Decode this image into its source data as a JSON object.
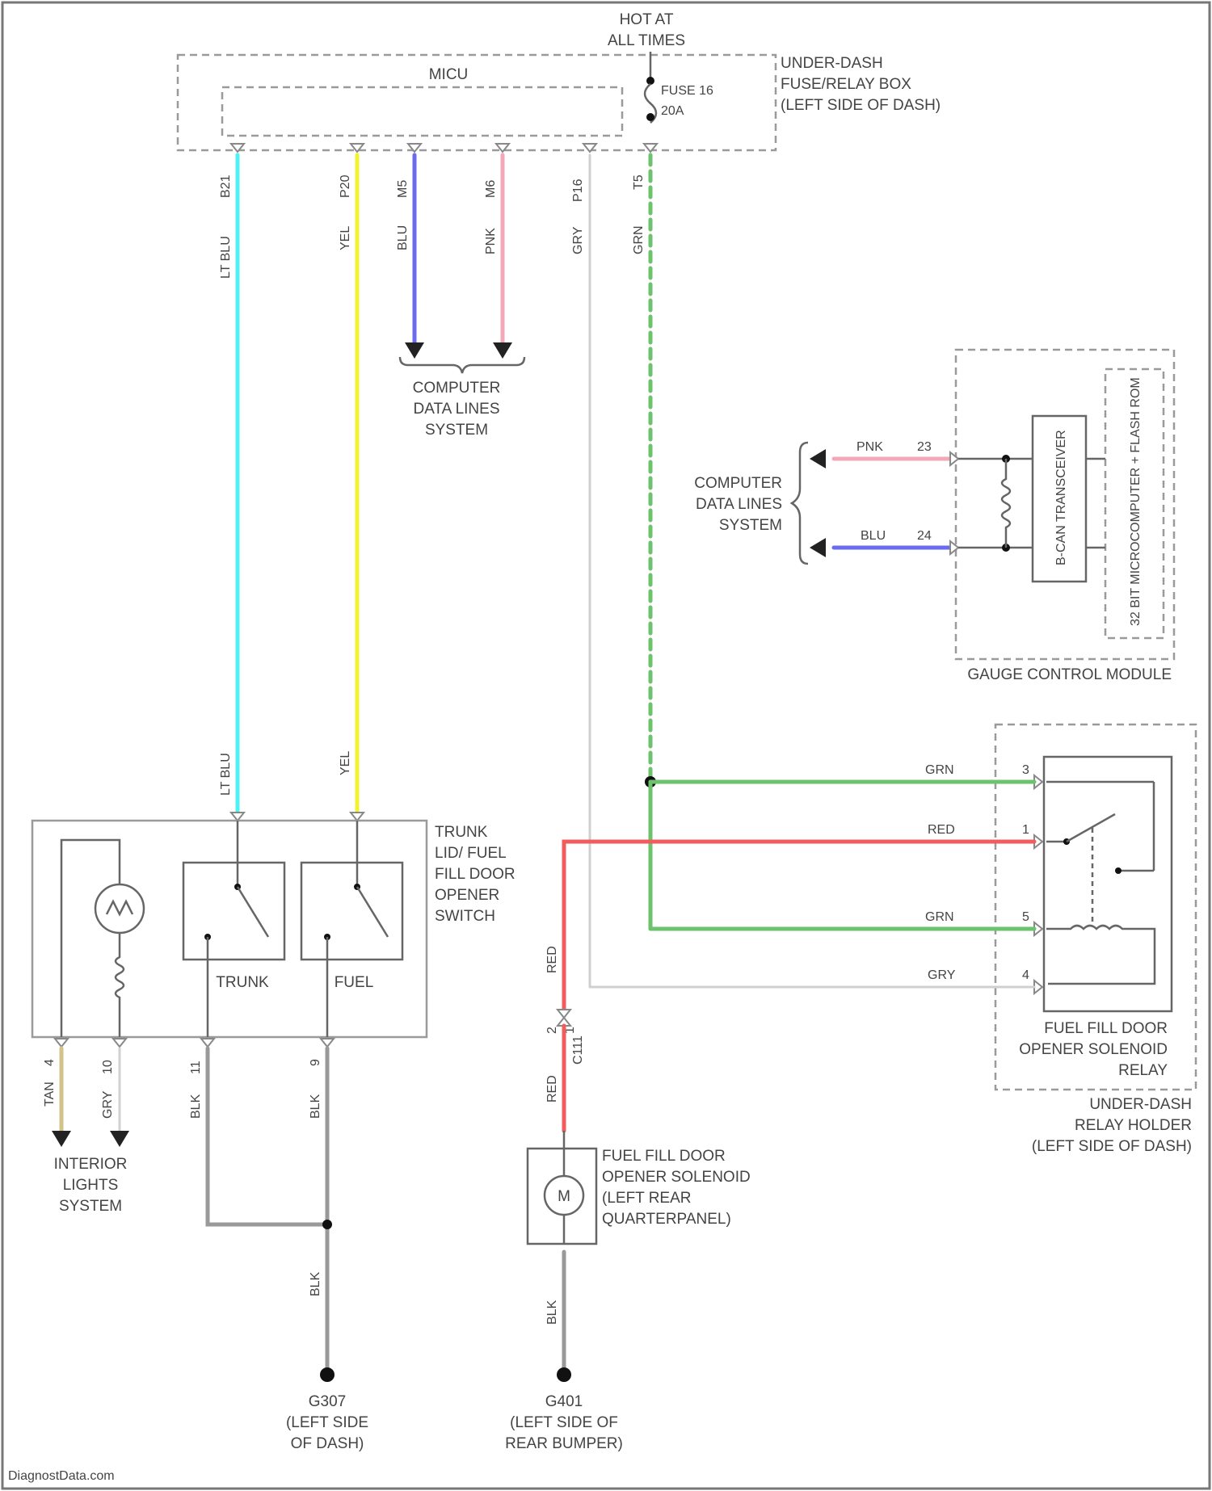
{
  "colors": {
    "lt_blu": "#4ff2f2",
    "yel": "#f2f230",
    "blu": "#6b6bf0",
    "pnk": "#f2a8b8",
    "gry": "#d0d0d0",
    "grn": "#6cc36c",
    "red": "#f25c5c",
    "tan": "#d2c38a",
    "blk": "#999999",
    "frame": "#9a9a9a"
  },
  "header": {
    "hot_line1": "HOT AT",
    "hot_line2": "ALL TIMES",
    "micu": "MICU",
    "fuse_name": "FUSE 16",
    "fuse_rating": "20A",
    "fuse_box_line1": "UNDER-DASH",
    "fuse_box_line2": "FUSE/RELAY BOX",
    "fuse_box_line3": "(LEFT SIDE OF DASH)"
  },
  "micu_wires": [
    {
      "color": "LT BLU",
      "pin": "B21"
    },
    {
      "color": "YEL",
      "pin": "P20"
    },
    {
      "color": "BLU",
      "pin": "M5"
    },
    {
      "color": "PNK",
      "pin": "M6"
    },
    {
      "color": "GRY",
      "pin": "P16"
    },
    {
      "color": "GRN",
      "pin": "T5"
    }
  ],
  "data_lines_top": {
    "line1": "COMPUTER",
    "line2": "DATA LINES",
    "line3": "SYSTEM"
  },
  "gauge": {
    "data_line1": "COMPUTER",
    "data_line2": "DATA LINES",
    "data_line3": "SYSTEM",
    "wire1_color": "PNK",
    "wire1_pin": "23",
    "wire2_color": "BLU",
    "wire2_pin": "24",
    "transceiver": "B-CAN TRANSCEIVER",
    "micro": "32 BIT MICROCOMPUTER + FLASH ROM",
    "module_label": "GAUGE CONTROL MODULE"
  },
  "relay": {
    "wire1": "GRN",
    "pin1": "3",
    "wire2": "RED",
    "pin2": "1",
    "wire3": "GRN",
    "pin3": "5",
    "wire4": "GRY",
    "pin4": "4",
    "label1": "FUEL FILL DOOR",
    "label2": "OPENER SOLENOID",
    "label3": "RELAY",
    "holder1": "UNDER-DASH",
    "holder2": "RELAY HOLDER",
    "holder3": "(LEFT SIDE OF DASH)"
  },
  "switch": {
    "wire_in1": "LT BLU",
    "wire_in2": "YEL",
    "label1": "TRUNK",
    "label2": "LID/ FUEL",
    "label3": "FILL DOOR",
    "label4": "OPENER",
    "label5": "SWITCH",
    "trunk": "TRUNK",
    "fuel": "FUEL",
    "out1_color": "TAN",
    "out1_pin": "4",
    "out2_color": "GRY",
    "out2_pin": "10",
    "out3_color": "BLK",
    "out3_pin": "11",
    "out4_color": "BLK",
    "out4_pin": "9",
    "interior1": "INTERIOR",
    "interior2": "LIGHTS",
    "interior3": "SYSTEM"
  },
  "solenoid": {
    "wire_up": "RED",
    "connector": "C111",
    "wire_down": "RED",
    "pin_top": "2",
    "pin_bot": "1",
    "label1": "FUEL FILL DOOR",
    "label2": "OPENER SOLENOID",
    "label3": "(LEFT REAR",
    "label4": "QUARTERPANEL)",
    "motor": "M",
    "ground_wire": "BLK"
  },
  "grounds": {
    "g1_wire": "BLK",
    "g1_name": "G307",
    "g1_line2": "(LEFT SIDE",
    "g1_line3": "OF DASH)",
    "g2_name": "G401",
    "g2_line2": "(LEFT SIDE OF",
    "g2_line3": "REAR BUMPER)"
  },
  "footer": {
    "watermark": "DiagnostData.com"
  }
}
